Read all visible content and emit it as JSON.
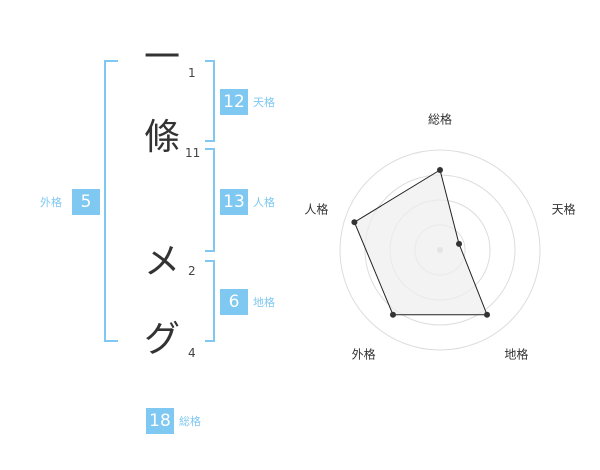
{
  "colors": {
    "accent": "#7ec8f2",
    "label_text": "#7ec8f2",
    "char_text": "#333333",
    "radar_fill": "#eeeeee",
    "radar_stroke": "#222222",
    "ring": "#dddddd"
  },
  "name": {
    "chars": [
      {
        "char": "一",
        "strokes": "1"
      },
      {
        "char": "條",
        "strokes": "11"
      },
      {
        "char": "メ",
        "strokes": "2"
      },
      {
        "char": "グ",
        "strokes": "4"
      }
    ]
  },
  "kakusu": {
    "tenkaku": {
      "value": "12",
      "label": "天格"
    },
    "jinkaku": {
      "value": "13",
      "label": "人格"
    },
    "chikaku": {
      "value": "6",
      "label": "地格"
    },
    "gaikaku": {
      "value": "5",
      "label": "外格"
    },
    "soukaku": {
      "value": "18",
      "label": "総格"
    }
  },
  "chart_data": {
    "type": "radar",
    "axes": [
      "総格",
      "天格",
      "地格",
      "外格",
      "人格"
    ],
    "values": [
      0.8,
      0.2,
      0.8,
      0.8,
      0.9
    ],
    "max": 1.0,
    "rings": 4
  }
}
